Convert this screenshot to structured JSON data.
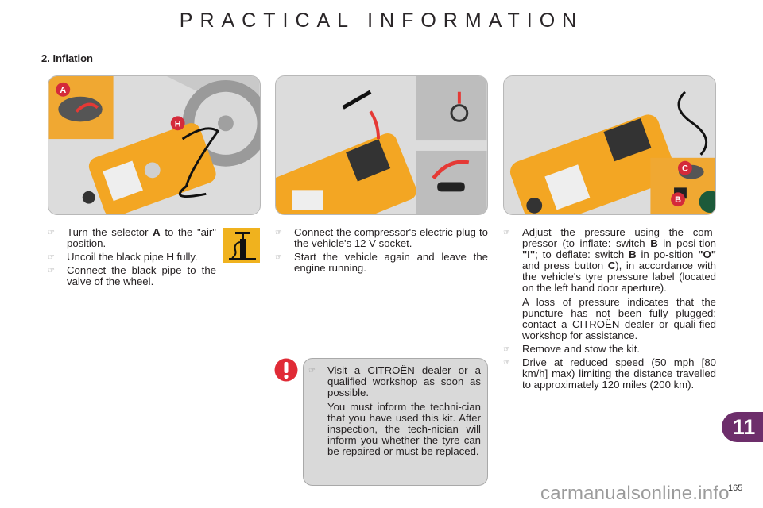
{
  "header": {
    "title": "PRACTICAL INFORMATION",
    "rule_color": "#d6a8cf"
  },
  "section": {
    "heading": "2. Inflation"
  },
  "illustrations": [
    {
      "id": "compressor-selector",
      "callouts": [
        "A",
        "H"
      ]
    },
    {
      "id": "electric-plug-socket",
      "callouts": []
    },
    {
      "id": "pressure-adjust",
      "callouts": [
        "C",
        "B"
      ]
    }
  ],
  "columns": {
    "left": {
      "steps": [
        {
          "parts": [
            "Turn the selector ",
            "A",
            " to the \"air\" position."
          ]
        },
        {
          "parts": [
            "Uncoil the black pipe ",
            "H",
            " fully."
          ]
        },
        {
          "text": "Connect the black pipe to the valve of the wheel."
        }
      ],
      "icon": "tyre-pump-icon"
    },
    "middle": {
      "steps": [
        {
          "text": "Connect the compressor's electric plug to the vehicle's 12 V socket."
        },
        {
          "text": "Start the vehicle again and leave the engine running."
        }
      ]
    },
    "right": {
      "steps": [
        {
          "parts": [
            "Adjust the pressure using the com-pressor (to inflate: switch ",
            "B",
            " in posi-tion ",
            "\"I\"",
            "; to deflate: switch ",
            "B",
            " in po-sition ",
            "\"O\"",
            " and press button ",
            "C",
            "), in accordance with the vehicle's tyre pressure label (located on the left hand door aperture)."
          ],
          "note": "A loss of pressure indicates that the puncture has not been fully plugged; contact a CITROËN dealer or quali-fied workshop for assistance."
        },
        {
          "text": "Remove and stow the kit."
        },
        {
          "text": "Drive at reduced speed (50 mph [80 km/h] max) limiting the distance travelled to approximately 120 miles (200 km)."
        }
      ]
    }
  },
  "warning": {
    "icon": "exclamation-icon",
    "step": "Visit a CITROËN dealer or a qualified workshop as soon as possible.",
    "note": "You must inform the techni-cian that you have used this kit. After inspection, the tech-nician will inform you whether the tyre can be repaired or must be replaced."
  },
  "footer": {
    "chapter": "11",
    "chapter_color": "#6d2e6b",
    "page_number": "165",
    "watermark": "carmanualsonline.info"
  }
}
